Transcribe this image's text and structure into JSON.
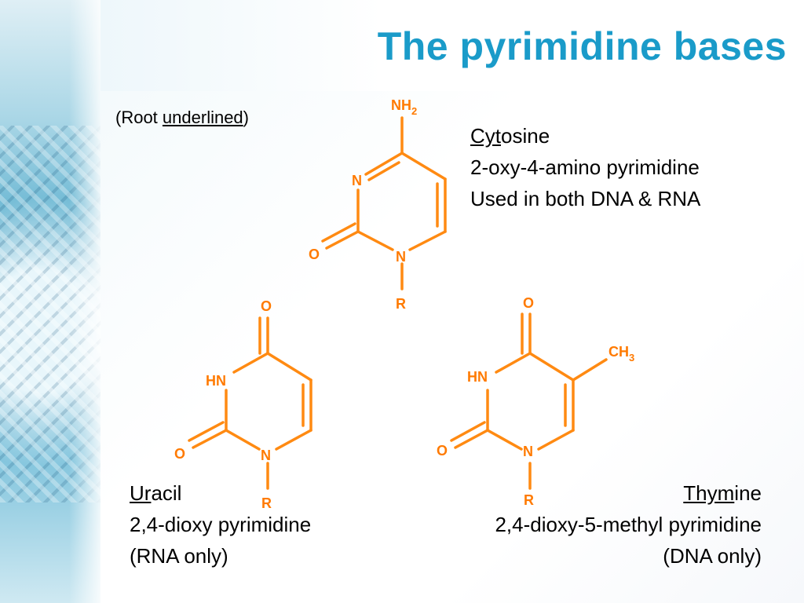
{
  "title": "The pyrimidine bases",
  "note": {
    "prefix": "(Root ",
    "underlined": "underlined",
    "suffix": ")"
  },
  "cytosine": {
    "name_root": "Cyt",
    "name_rest": "osine",
    "line2": "2-oxy-4-amino pyrimidine",
    "line3": "Used in both DNA & RNA",
    "atoms": {
      "nh2": "NH",
      "nh2_sub": "2",
      "n_ring": "N",
      "n1": "N",
      "o": "O",
      "r": "R"
    }
  },
  "uracil": {
    "name_root": "Ur",
    "name_rest": "acil",
    "line2": "2,4-dioxy pyrimidine",
    "line3": "(RNA only)",
    "atoms": {
      "o_top": "O",
      "hn": "HN",
      "n1": "N",
      "o": "O",
      "r": "R"
    }
  },
  "thymine": {
    "name_root": "Thym",
    "name_rest": "ine",
    "line2": "2,4-dioxy-5-methyl pyrimidine",
    "line3": "(DNA only)",
    "atoms": {
      "o_top": "O",
      "ch3": "CH",
      "ch3_sub": "3",
      "hn": "HN",
      "n1": "N",
      "o": "O",
      "r": "R"
    }
  },
  "colors": {
    "title": "#1a9bc9",
    "structure": "#ff8a12",
    "text": "#000000"
  }
}
